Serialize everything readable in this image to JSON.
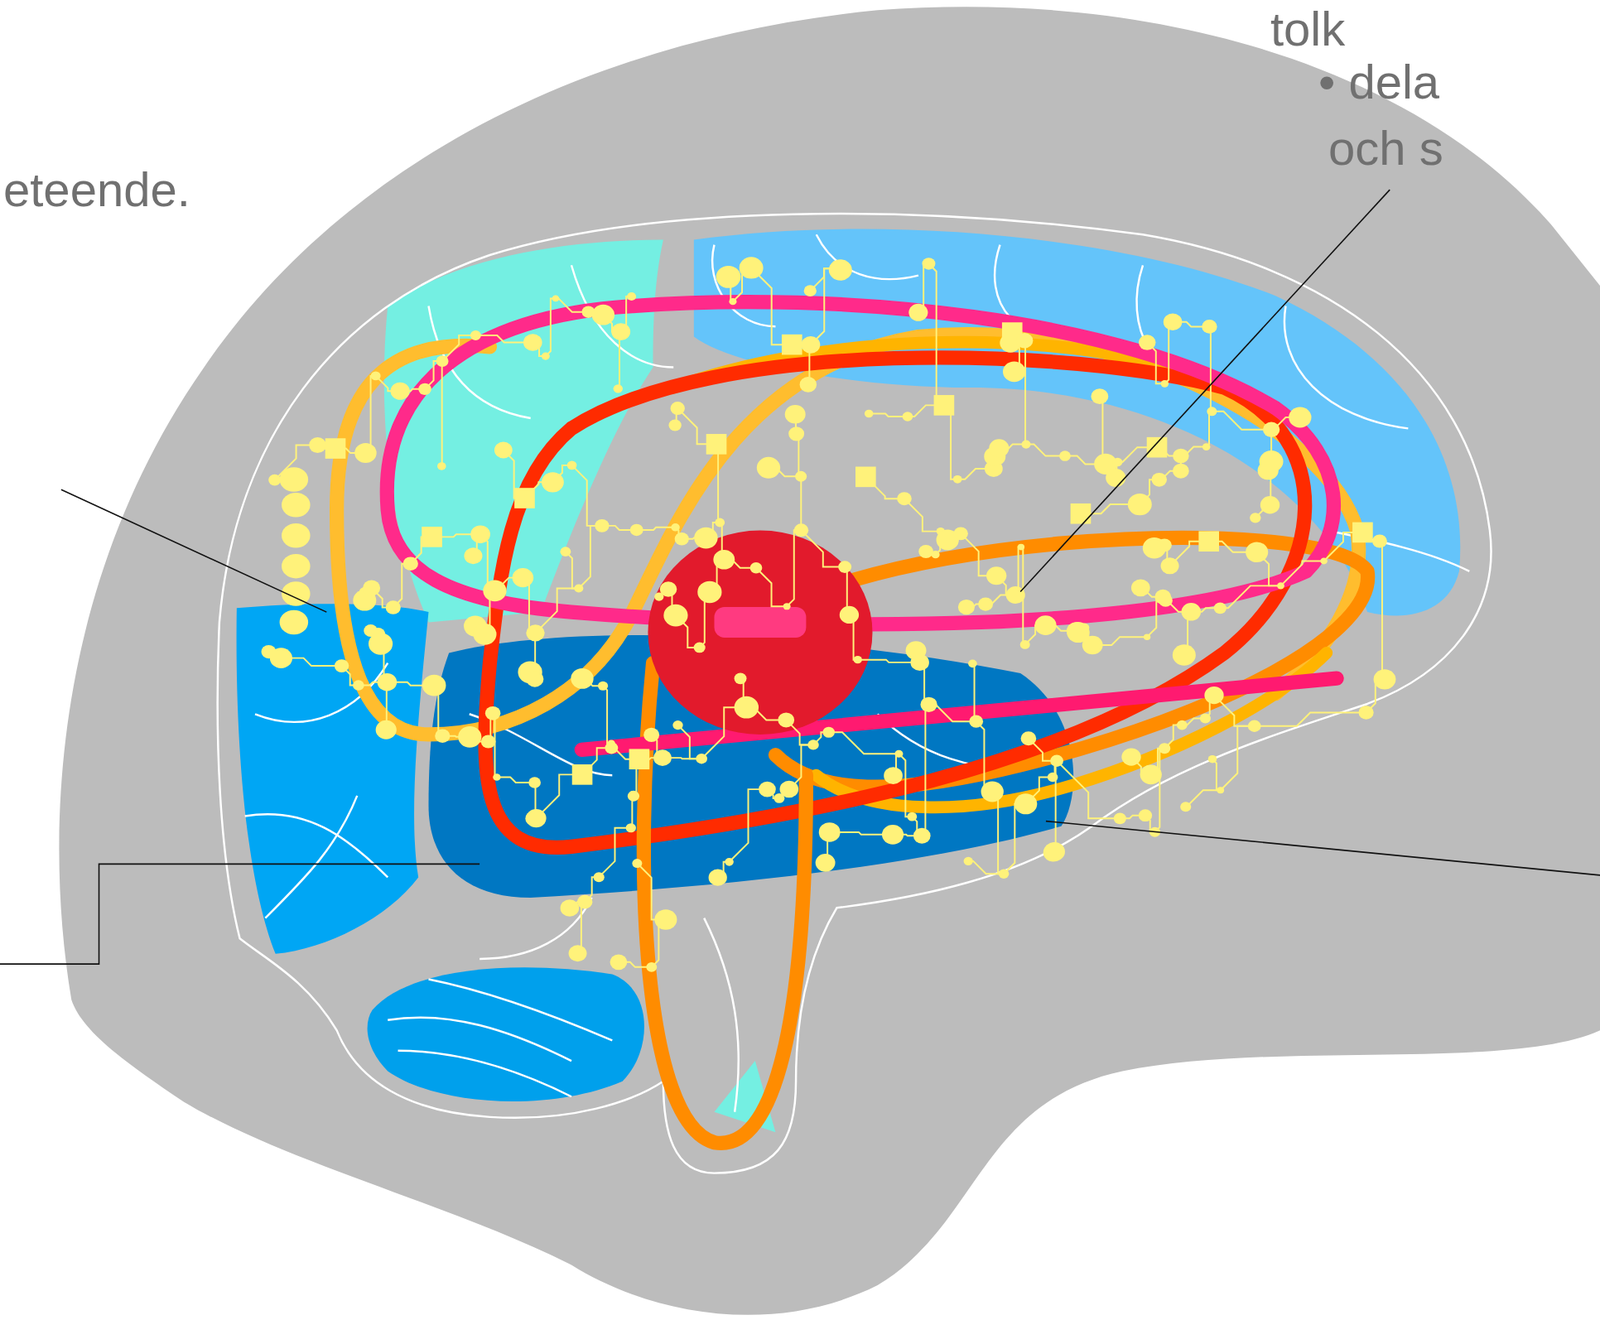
{
  "diagram": {
    "labels": [
      "tolk",
      "• dela",
      "och s",
      "eteende."
    ]
  }
}
